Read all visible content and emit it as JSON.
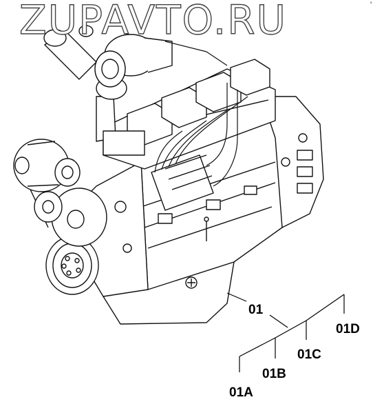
{
  "watermark": {
    "text": "ZUPAVTO.RU"
  },
  "corner_mark": "'",
  "callouts": {
    "main": "01",
    "a": "01A",
    "b": "01B",
    "c": "01C",
    "d": "01D"
  }
}
